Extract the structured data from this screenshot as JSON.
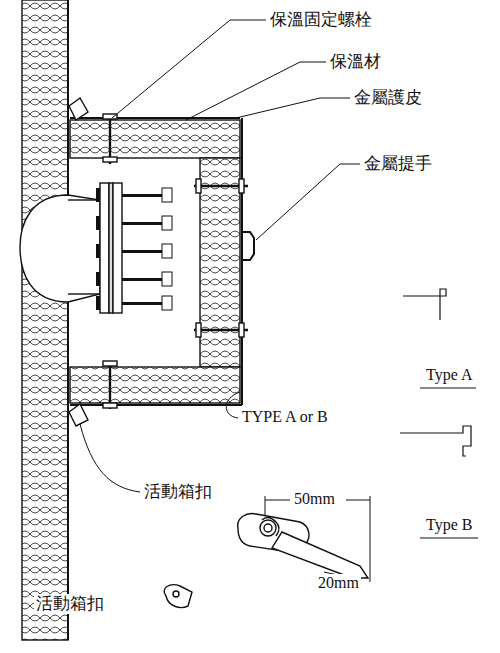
{
  "diagram": {
    "labels": [
      "保溫固定螺栓",
      "保溫材",
      "金屬護皮",
      "金屬提手",
      "Type A",
      "TYPE A or B",
      "Type B",
      "活動箱扣",
      "50mm",
      "20mm",
      "活動箱扣"
    ]
  }
}
